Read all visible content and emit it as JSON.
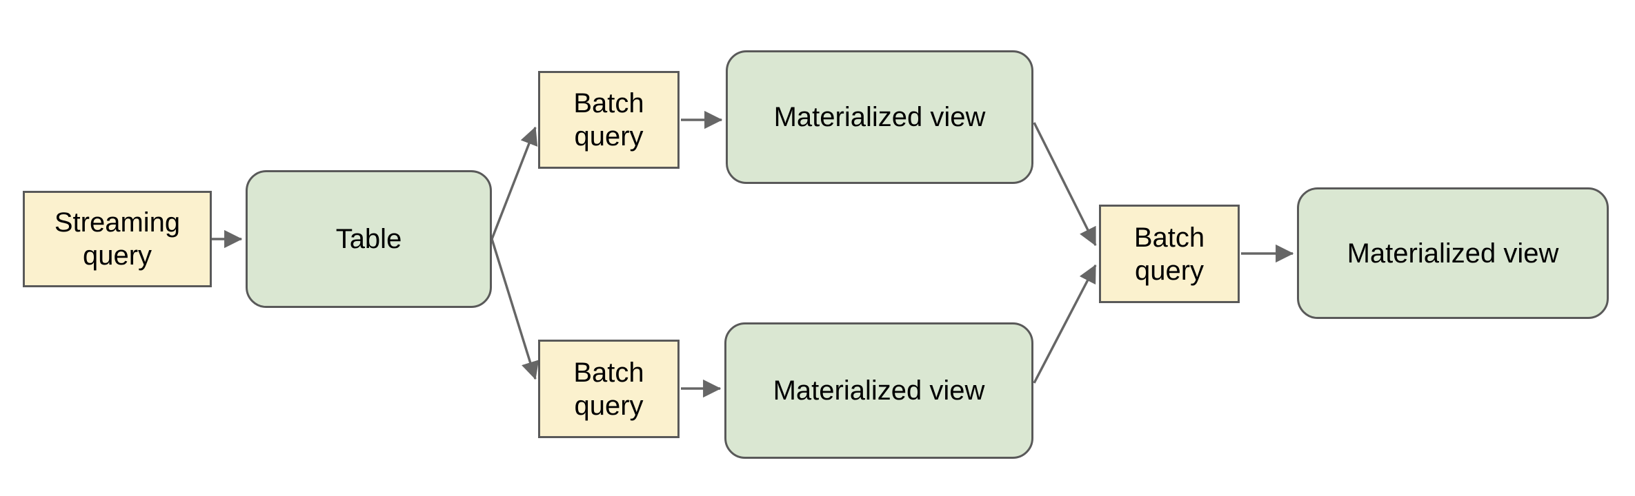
{
  "diagram": {
    "nodes": [
      {
        "id": "streaming-query",
        "label": "Streaming query",
        "kind": "query"
      },
      {
        "id": "table",
        "label": "Table",
        "kind": "storage"
      },
      {
        "id": "batch-query-top",
        "label": "Batch query",
        "kind": "query"
      },
      {
        "id": "materialized-view-top",
        "label": "Materialized view",
        "kind": "storage"
      },
      {
        "id": "batch-query-bottom",
        "label": "Batch query",
        "kind": "query"
      },
      {
        "id": "materialized-view-bottom",
        "label": "Materialized view",
        "kind": "storage"
      },
      {
        "id": "batch-query-merge",
        "label": "Batch query",
        "kind": "query"
      },
      {
        "id": "materialized-view-final",
        "label": "Materialized view",
        "kind": "storage"
      }
    ],
    "edges": [
      {
        "from": "streaming-query",
        "to": "table"
      },
      {
        "from": "table",
        "to": "batch-query-top"
      },
      {
        "from": "table",
        "to": "batch-query-bottom"
      },
      {
        "from": "batch-query-top",
        "to": "materialized-view-top"
      },
      {
        "from": "batch-query-bottom",
        "to": "materialized-view-bottom"
      },
      {
        "from": "materialized-view-top",
        "to": "batch-query-merge"
      },
      {
        "from": "materialized-view-bottom",
        "to": "batch-query-merge"
      },
      {
        "from": "batch-query-merge",
        "to": "materialized-view-final"
      }
    ],
    "colors": {
      "query_fill": "#fbf1ce",
      "storage_fill": "#dae7d2",
      "node_border": "#595959",
      "arrow": "#666666",
      "text": "#000000",
      "background": "#ffffff"
    }
  }
}
